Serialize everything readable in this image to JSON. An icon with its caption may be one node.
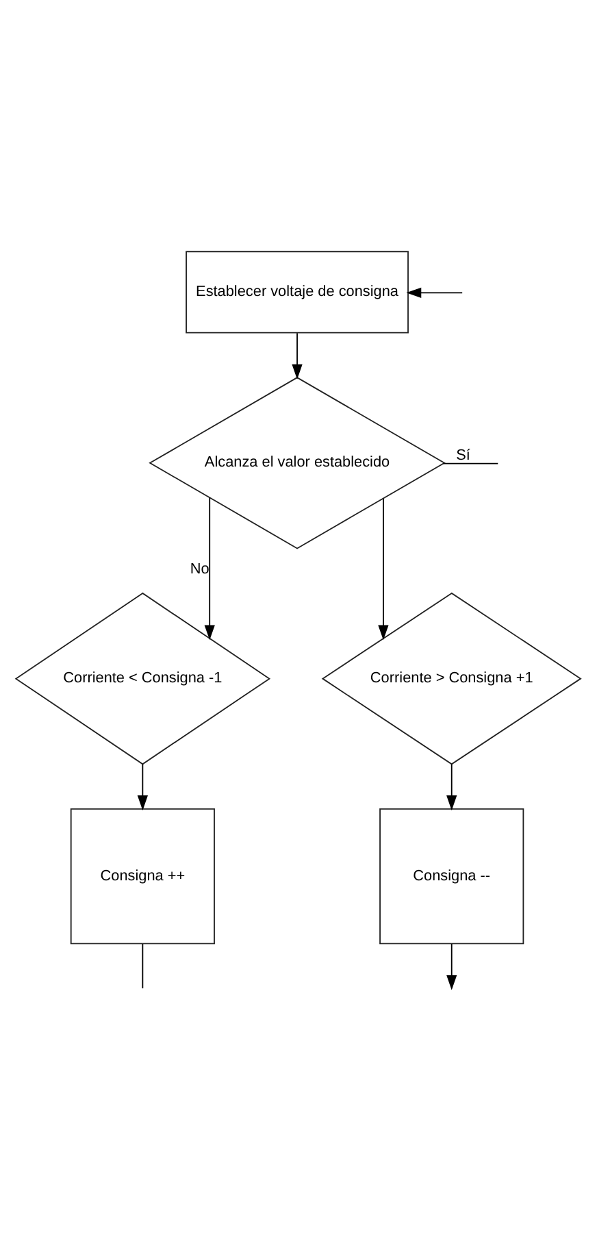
{
  "diagram": {
    "nodes": [
      {
        "text": [
          "Establecer voltaje de consigna"
        ]
      },
      {
        "text": [
          "Alcanza el valor establecido"
        ]
      },
      {
        "text": [
          "Corriente < Consigna -1"
        ]
      },
      {
        "text": [
          "Corriente > Consigna +1"
        ]
      },
      {
        "text": [
          "Consigna ++"
        ]
      },
      {
        "text": [
          "Consigna --"
        ]
      }
    ],
    "edges": [
      {
        "from": null,
        "to": 0,
        "arrow": "to"
      },
      {
        "from": 0,
        "to": 1,
        "arrow": "to"
      },
      {
        "from": 1,
        "to": null,
        "label": "Sí",
        "arrow": "none"
      },
      {
        "from": 1,
        "to": 2,
        "label": "No",
        "arrow": "to"
      },
      {
        "from": 1,
        "to": 3,
        "arrow": "to"
      },
      {
        "from": 2,
        "to": 4,
        "arrow": "to"
      },
      {
        "from": 3,
        "to": 5,
        "arrow": "to"
      },
      {
        "from": 4,
        "to": null,
        "arrow": "none"
      },
      {
        "from": 5,
        "to": null,
        "arrow": "to"
      }
    ]
  }
}
